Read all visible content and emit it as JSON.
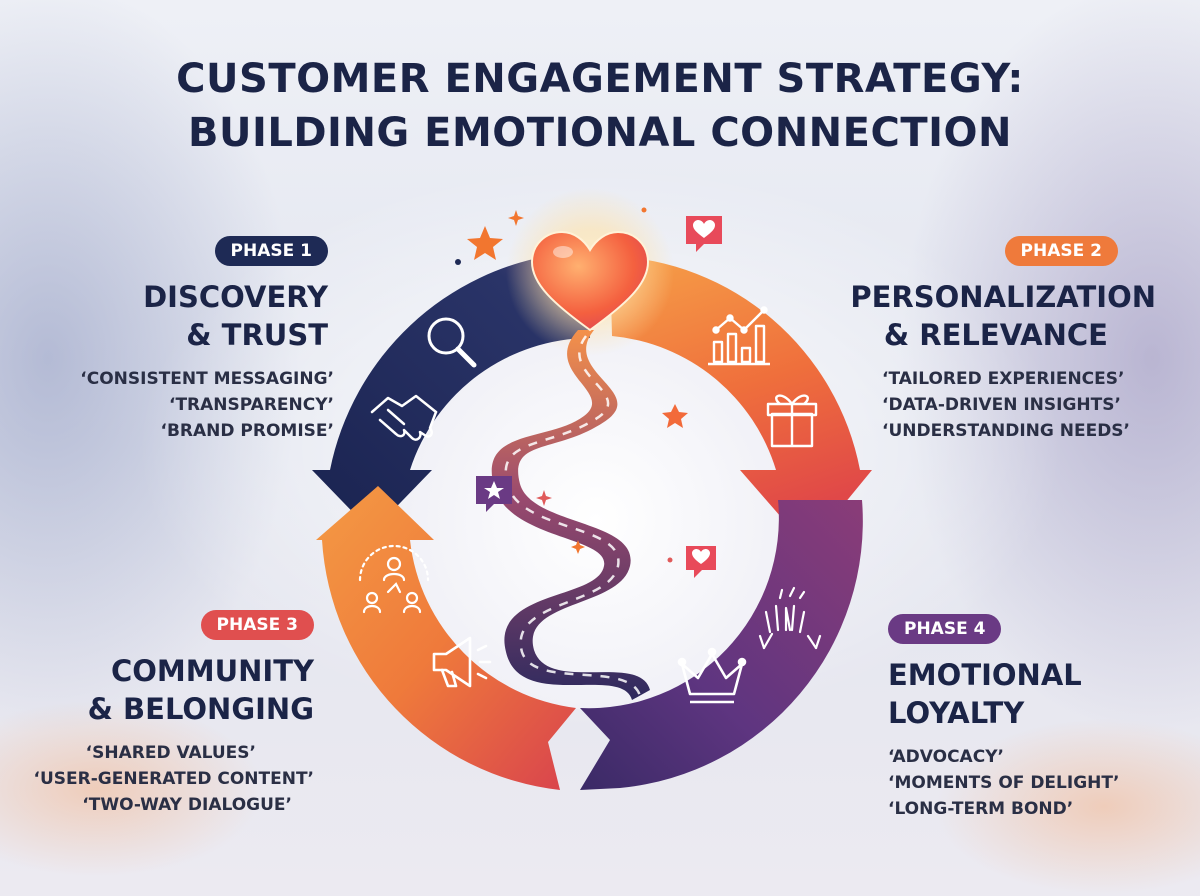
{
  "title": {
    "line1": "CUSTOMER ENGAGEMENT STRATEGY:",
    "line2": "BUILDING EMOTIONAL CONNECTION"
  },
  "colors": {
    "navy": "#1e2a55",
    "orange": "#f07a3a",
    "coral": "#e0504a",
    "purple": "#6a3a84",
    "heart": "#f15a4a"
  },
  "phases": [
    {
      "badge": "PHASE 1",
      "heading_line1": "DISCOVERY",
      "heading_line2": "& TRUST",
      "bullets": [
        "‘CONSISTENT MESSAGING’",
        "‘TRANSPARENCY’",
        "‘BRAND PROMISE’"
      ],
      "badge_color": "#1e2a55",
      "icons": [
        "magnifier-icon",
        "handshake-icon"
      ]
    },
    {
      "badge": "PHASE 2",
      "heading_line1": "PERSONALIZATION",
      "heading_line2": "& RELEVANCE",
      "bullets": [
        "‘TAILORED EXPERIENCES’",
        "‘DATA-DRIVEN INSIGHTS’",
        "‘UNDERSTANDING NEEDS’"
      ],
      "badge_color": "#ef7a3b",
      "icons": [
        "bar-chart-icon",
        "gift-icon"
      ]
    },
    {
      "badge": "PHASE 3",
      "heading_line1": "COMMUNITY",
      "heading_line2": "& BELONGING",
      "bullets": [
        "‘SHARED VALUES’",
        "‘USER-GENERATED CONTENT’",
        "‘TWO-WAY DIALOGUE’"
      ],
      "badge_color": "#e04f4f",
      "icons": [
        "community-network-icon",
        "megaphone-icon"
      ]
    },
    {
      "badge": "PHASE 4",
      "heading_line1": "EMOTIONAL",
      "heading_line2": "LOYALTY",
      "bullets": [
        "‘ADVOCACY’",
        "‘MOMENTS OF DELIGHT’",
        "‘LONG-TERM BOND’"
      ],
      "badge_color": "#6a3a84",
      "icons": [
        "raised-hands-icon",
        "crown-icon"
      ]
    }
  ],
  "center_icons": [
    "heart-icon",
    "winding-road-icon",
    "star-icon",
    "heart-chat-bubble-icon",
    "star-chat-bubble-icon"
  ]
}
